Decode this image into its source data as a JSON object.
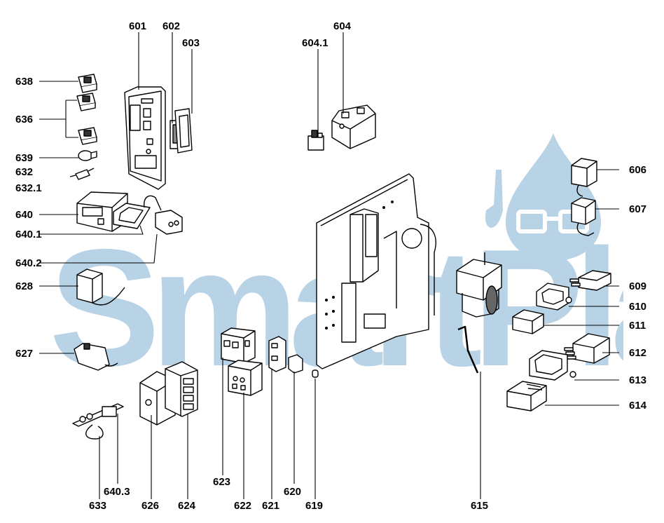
{
  "watermark": {
    "text": "SmartPlan",
    "color": "#b8d3e6"
  },
  "colors": {
    "line": "#000000",
    "part_fill": "#ffffff",
    "shade": "#555555"
  },
  "labels": {
    "l601": "601",
    "l602": "602",
    "l603": "603",
    "l604": "604",
    "l6041": "604.1",
    "l638": "638",
    "l636": "636",
    "l639": "639",
    "l632": "632",
    "l6321": "632.1",
    "l640": "640",
    "l6401": "640.1",
    "l6402": "640.2",
    "l628": "628",
    "l627": "627",
    "l606": "606",
    "l607": "607",
    "l609": "609",
    "l610": "610",
    "l611": "611",
    "l612": "612",
    "l613": "613",
    "l614": "614",
    "l6403": "640.3",
    "l633": "633",
    "l626": "626",
    "l624": "624",
    "l623": "623",
    "l622": "622",
    "l621": "621",
    "l620": "620",
    "l619": "619",
    "l615": "615"
  }
}
